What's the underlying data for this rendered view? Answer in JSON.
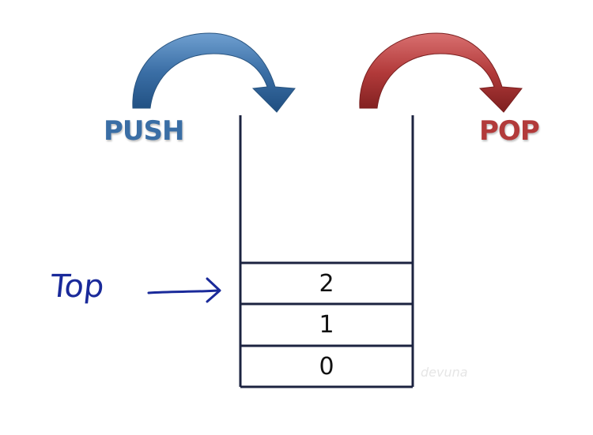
{
  "colors": {
    "push": "#3a6ea5",
    "pop": "#b23a3a",
    "stack": "#1c2340",
    "pointer": "#1a2a9a"
  },
  "labels": {
    "push": "PUSH",
    "pop": "POP",
    "top": "Top"
  },
  "stack": {
    "items": [
      "2",
      "1",
      "0"
    ]
  },
  "watermark": "devuna"
}
